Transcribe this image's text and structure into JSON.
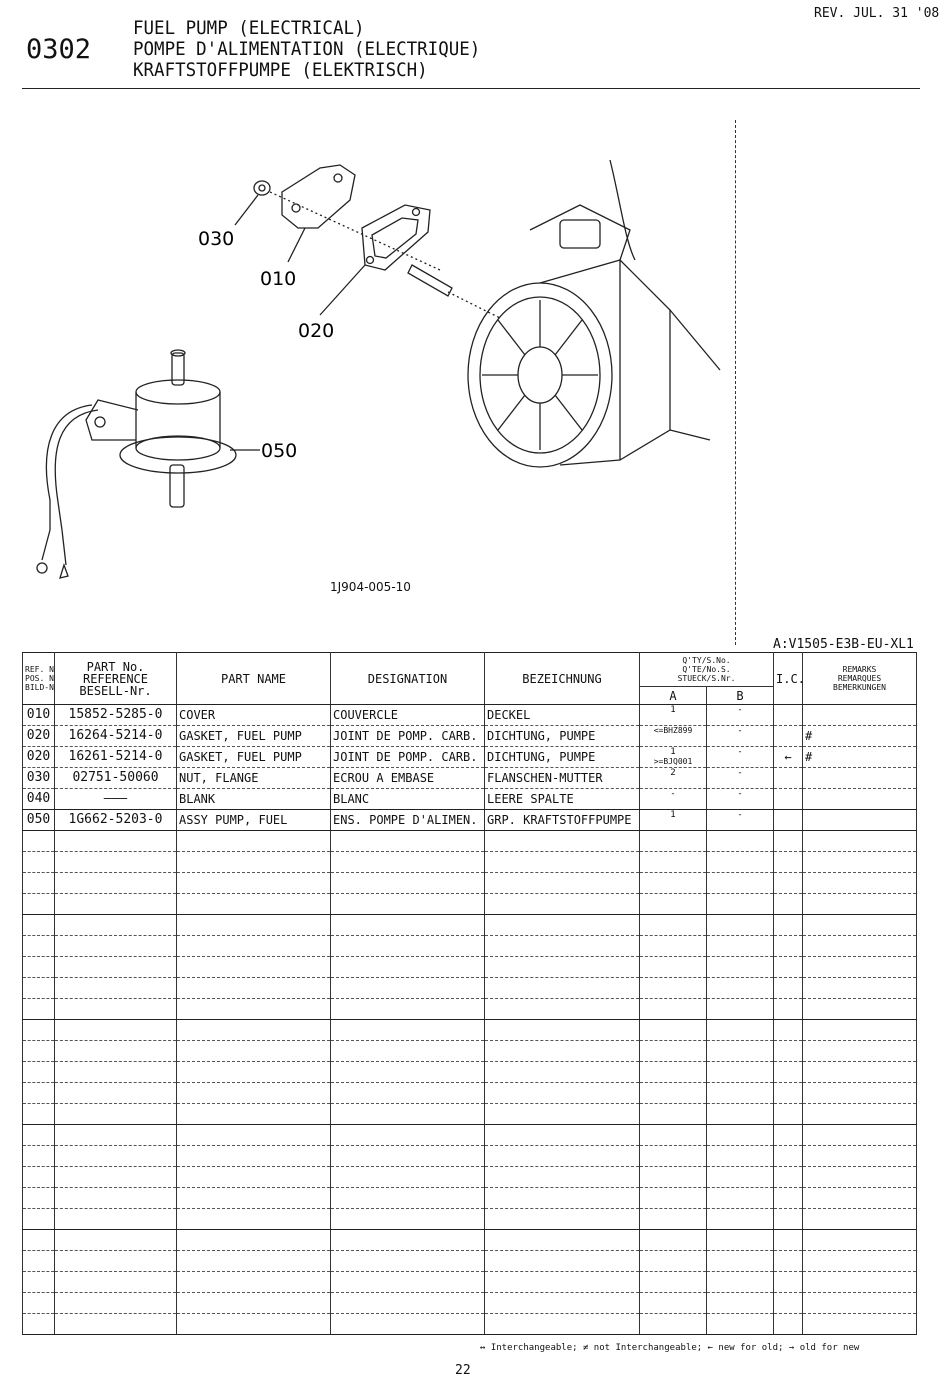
{
  "header": {
    "section_code": "0302",
    "title_en": "FUEL PUMP (ELECTRICAL)",
    "title_fr": "POMPE D'ALIMENTATION (ELECTRIQUE)",
    "title_de": "KRAFTSTOFFPUMPE (ELEKTRISCH)",
    "revision": "REV. JUL. 31 '08"
  },
  "illustration": {
    "figure_number": "1J904-005-10",
    "callouts": [
      "030",
      "010",
      "020",
      "050"
    ]
  },
  "model_code": "A:V1505-E3B-EU-XL1",
  "table": {
    "headers": {
      "ref_no": [
        "REF. No.",
        "POS. No.",
        "BILD-Nr."
      ],
      "part_no": [
        "PART No.",
        "REFERENCE",
        "BESELL-Nr."
      ],
      "part_name": "PART NAME",
      "designation": "DESIGNATION",
      "bezeichnung": "BEZEICHNUNG",
      "qty": [
        "Q'TY/S.No.",
        "Q'TE/No.S.",
        "STUECK/S.Nr."
      ],
      "qty_a": "A",
      "qty_b": "B",
      "ic": "I.C.",
      "remarks": [
        "REMARKS",
        "REMARQUES",
        "BEMERKUNGEN"
      ]
    },
    "rows": [
      {
        "ref": "010",
        "part_no": "15852-5285-0",
        "name": "COVER",
        "designation": "COUVERCLE",
        "bezeichnung": "DECKEL",
        "qty_a": "1",
        "qty_a_note": "",
        "qty_b": "-",
        "ic": "",
        "remarks": ""
      },
      {
        "ref": "020",
        "part_no": "16264-5214-0",
        "name": "GASKET, FUEL PUMP",
        "designation": "JOINT DE POMP. CARB.",
        "bezeichnung": "DICHTUNG, PUMPE",
        "qty_a": "",
        "qty_a_note": "<=BHZ899",
        "qty_b": "-",
        "ic": "",
        "remarks": "#"
      },
      {
        "ref": "020",
        "part_no": "16261-5214-0",
        "name": "GASKET, FUEL PUMP",
        "designation": "JOINT DE POMP. CARB.",
        "bezeichnung": "DICHTUNG, PUMPE",
        "qty_a": "1",
        "qty_a_note": ">=BJQ001",
        "qty_b": "-",
        "ic": "←",
        "remarks": "#"
      },
      {
        "ref": "030",
        "part_no": "02751-50060",
        "name": "NUT, FLANGE",
        "designation": "ECROU A EMBASE",
        "bezeichnung": "FLANSCHEN-MUTTER",
        "qty_a": "2",
        "qty_a_note": "",
        "qty_b": "-",
        "ic": "",
        "remarks": ""
      },
      {
        "ref": "040",
        "part_no": "———",
        "name": "BLANK",
        "designation": "BLANC",
        "bezeichnung": "LEERE SPALTE",
        "qty_a": "-",
        "qty_a_note": "",
        "qty_b": "-",
        "ic": "",
        "remarks": ""
      },
      {
        "ref": "050",
        "part_no": "1G662-5203-0",
        "name": "ASSY PUMP, FUEL",
        "designation": "ENS. POMPE D'ALIMEN.",
        "bezeichnung": "GRP. KRAFTSTOFFPUMPE",
        "qty_a": "1",
        "qty_a_note": "",
        "qty_b": "-",
        "ic": "",
        "remarks": ""
      }
    ]
  },
  "legend": "↔ Interchangeable; ≠ not Interchangeable; ← new for old; → old for new",
  "page_number": "22"
}
